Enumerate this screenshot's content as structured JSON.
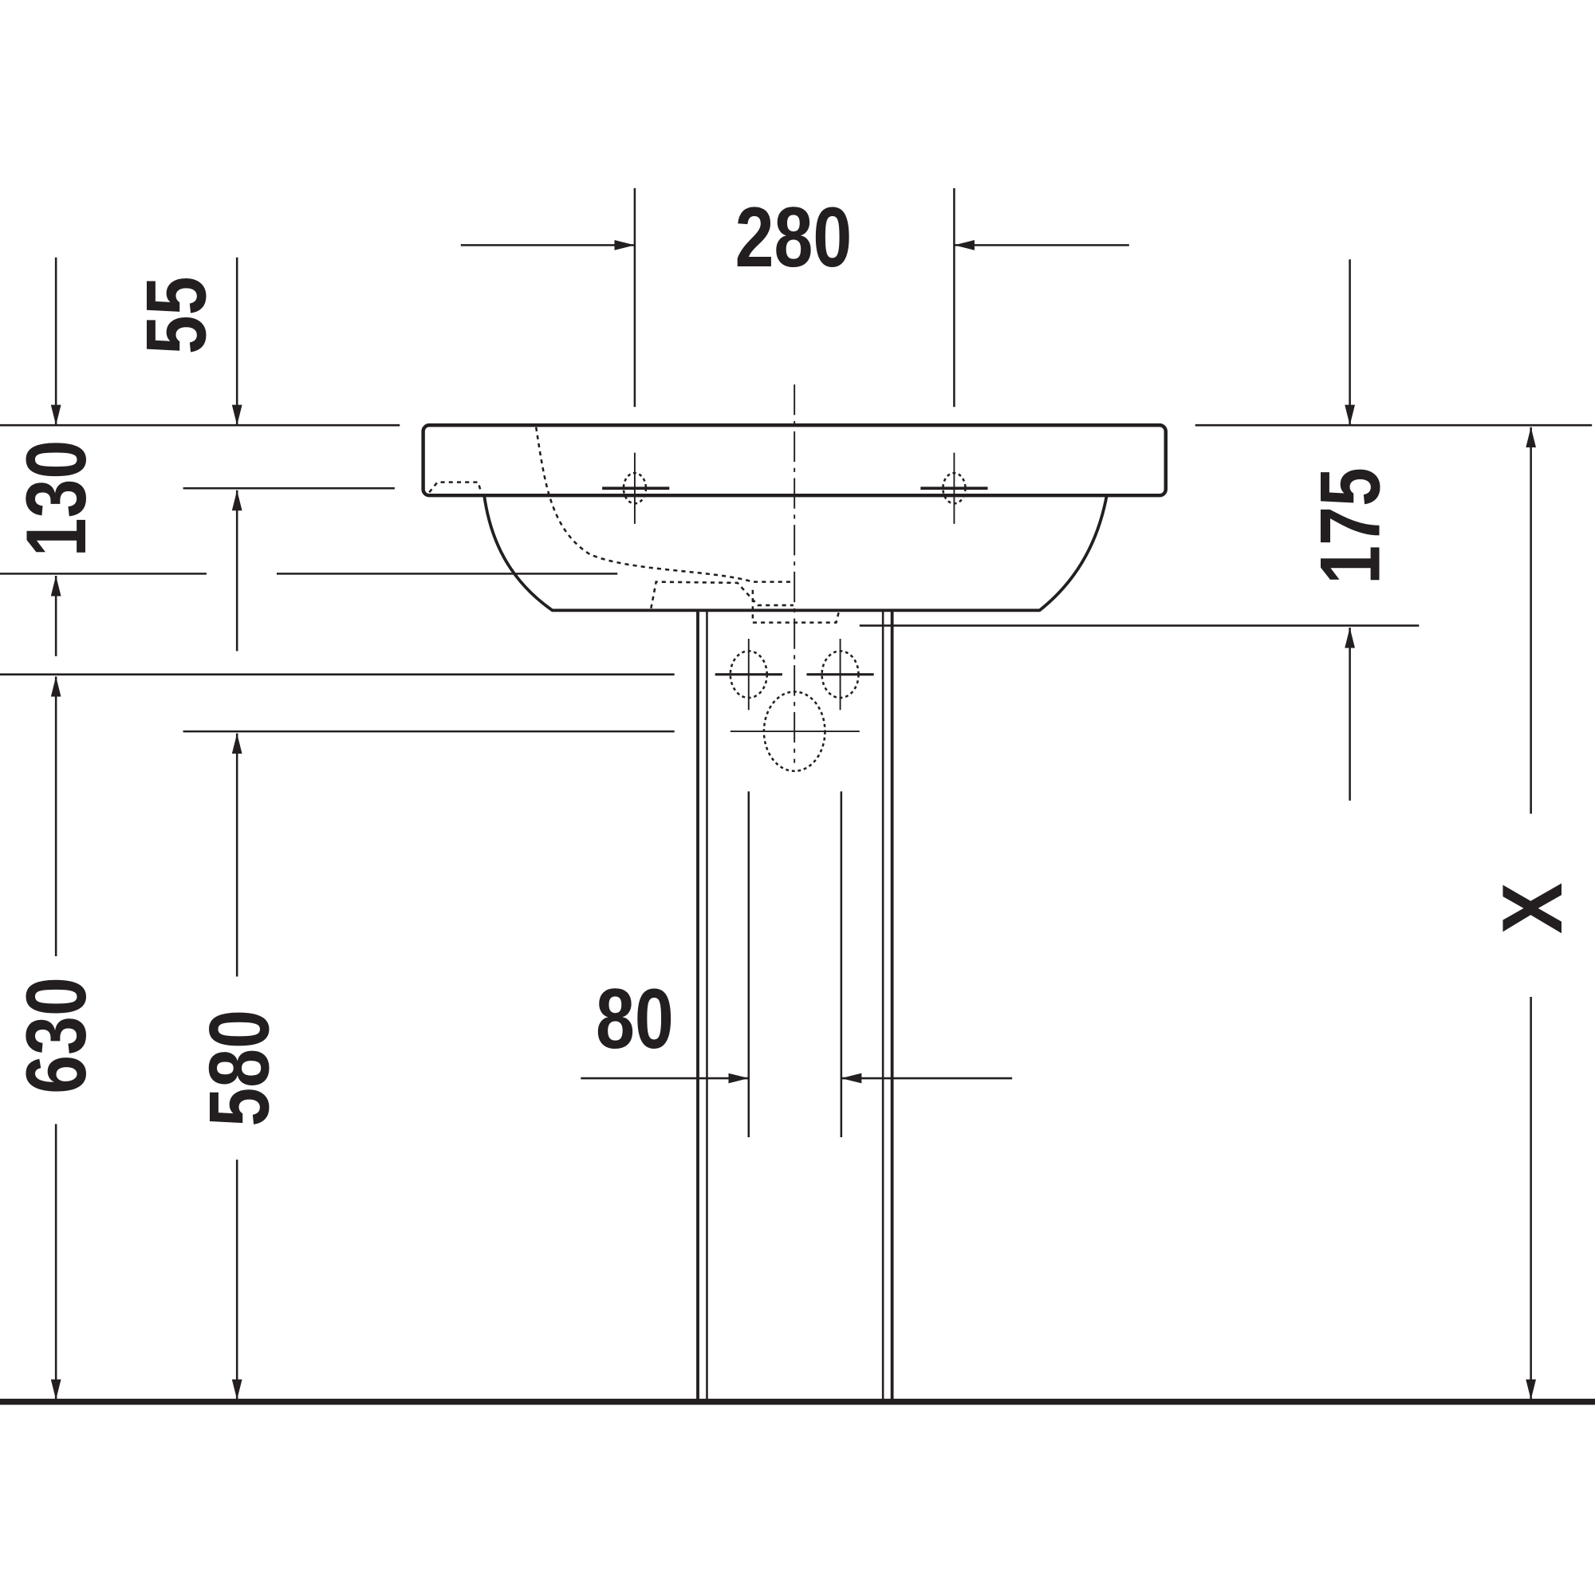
{
  "drawing": {
    "type": "washbasin-with-pedestal-elevation",
    "line_color": "#231f20",
    "background": "#ffffff",
    "dimensions": {
      "tap_hole_spacing": "280",
      "overflow_offset": "55",
      "rim_height": "130",
      "pedestal_width": "80",
      "height_to_waste": "630",
      "height_to_supply": "580",
      "basin_depth": "175",
      "installation_height": "X"
    }
  }
}
